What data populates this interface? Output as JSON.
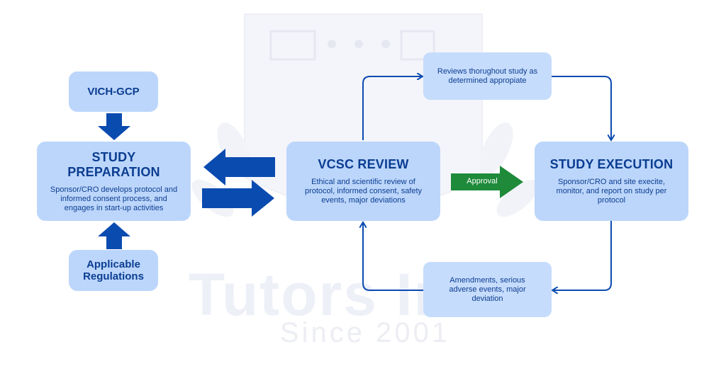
{
  "watermark": {
    "line1": "Tutors India",
    "line2": "Since 2001"
  },
  "nodes": {
    "vich": {
      "title": "VICH-GCP"
    },
    "regulations": {
      "title": "Applicable Regulations"
    },
    "preparation": {
      "title": "STUDY PREPARATION",
      "text": "Sponsor/CRO develops protocol and informed consent process, and engages in start-up activities"
    },
    "review": {
      "title": "VCSC REVIEW",
      "text": "Ethical and scientific review of protocol, informed consent, safety events, major deviations"
    },
    "execution": {
      "title": "STUDY EXECUTION",
      "text": "Sponsor/CRO and site execite, monitor, and report on study per protocol"
    },
    "reviews_throughout": {
      "text": "Reviews thorughout study as determined appropiate"
    },
    "amendments": {
      "text": "Amendments, serious adverse events, major deviation"
    }
  },
  "edges": {
    "approval_label": "Approval"
  },
  "colors": {
    "box_fill": "#bcd6fb",
    "text": "#0b3d91",
    "arrow_blue": "#0a4bb0",
    "arrow_green": "#1e8a3a"
  }
}
